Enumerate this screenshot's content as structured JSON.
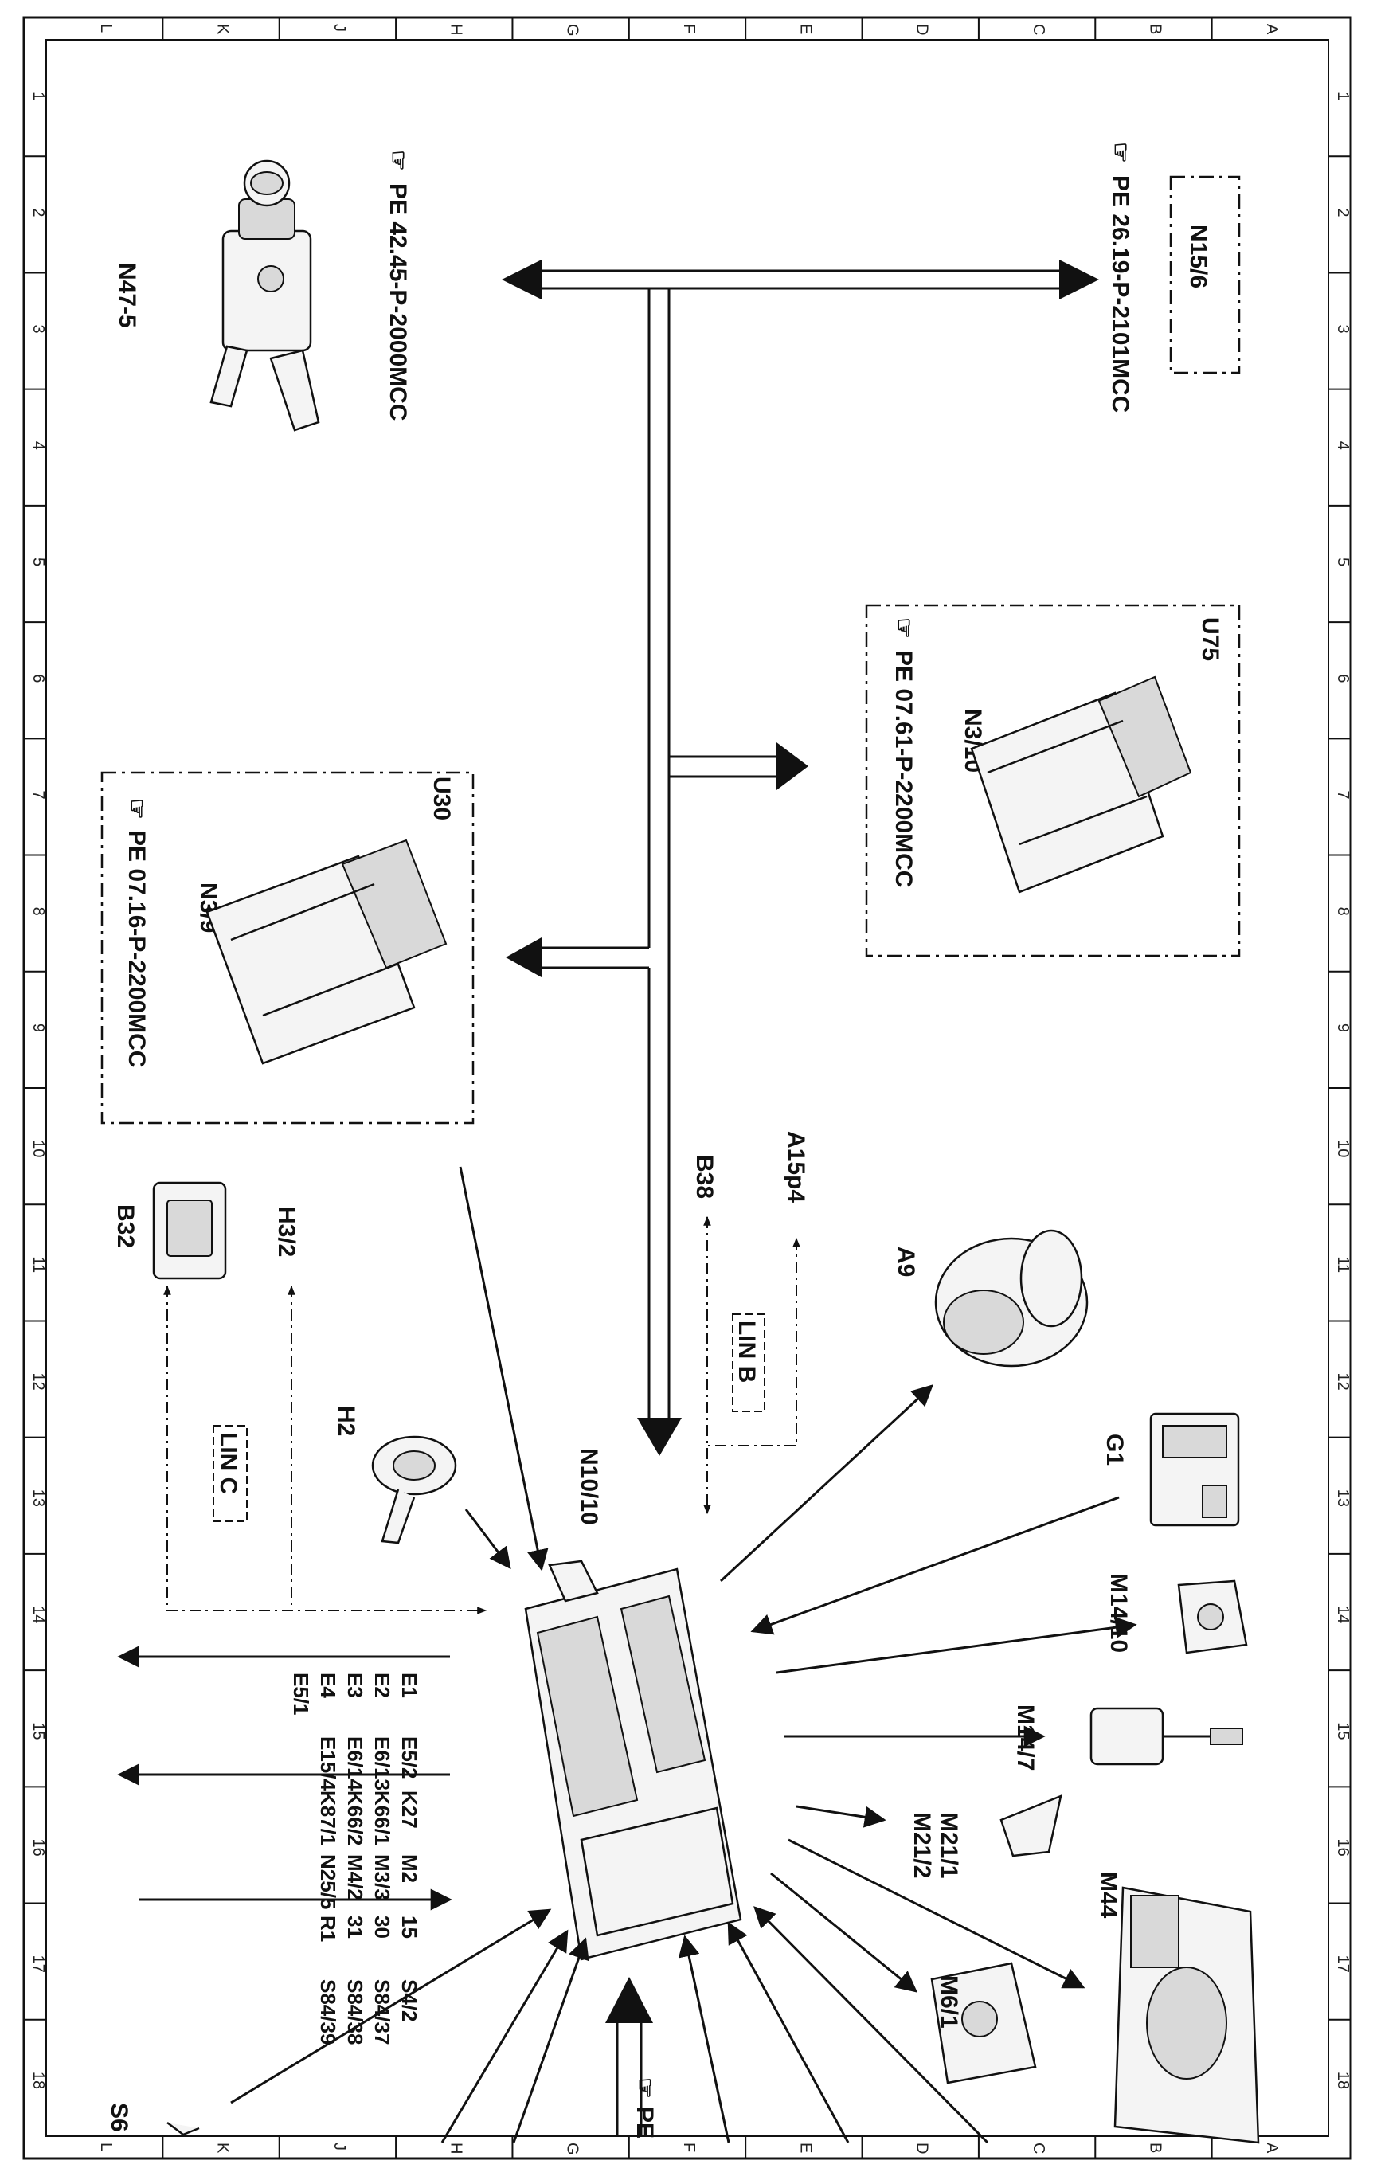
{
  "border": {
    "columns": [
      "L",
      "K",
      "J",
      "H",
      "G",
      "F",
      "E",
      "D",
      "C",
      "B",
      "A"
    ],
    "rows": [
      "1",
      "2",
      "3",
      "4",
      "5",
      "6",
      "7",
      "8",
      "9",
      "10",
      "11",
      "12",
      "13",
      "14",
      "15",
      "16",
      "17",
      "18"
    ]
  },
  "modules": {
    "u30": {
      "group": "U30",
      "component": "N3/9",
      "ref": "PE  07.16-P-2200MCC"
    },
    "u75": {
      "group": "U75",
      "component": "N3/10",
      "ref": "PE  07.61-P-2200MCC"
    },
    "n15_6": {
      "component": "N15/6",
      "ref": "PE  26.19-P-2101MCC"
    },
    "n47_5": {
      "component": "N47-5",
      "ref": "PE  42.45-P-2000MCC"
    }
  },
  "components": {
    "b32": "B32",
    "h3_2": "H3/2",
    "h2": "H2",
    "lin_c": "LIN C",
    "b38": "B38",
    "a15p4": "A15p4",
    "lin_b": "LIN B",
    "n10_10": "N10/10",
    "a9": "A9",
    "g1": "G1",
    "m14_10": "M14/10",
    "m14_7": "M14/7",
    "m21_1": "M21/1",
    "m21_2": "M21/2",
    "m44": "M44",
    "m6_1": "M6/1",
    "s6": "S6",
    "bottom_ref": "PE"
  },
  "outputs_group1": [
    "E1",
    "E2",
    "E3",
    "E4",
    "E5/1",
    "E5/2",
    "E6/13",
    "E6/14",
    "E15/4"
  ],
  "outputs_group2": [
    "K27",
    "K66/1",
    "K66/2",
    "K87/1",
    "M2",
    "M3/3",
    "M4/2",
    "N25/5"
  ],
  "inputs_group3": [
    "15",
    "30",
    "31",
    "R1",
    "S4/2",
    "S84/37",
    "S84/38",
    "S84/39"
  ]
}
